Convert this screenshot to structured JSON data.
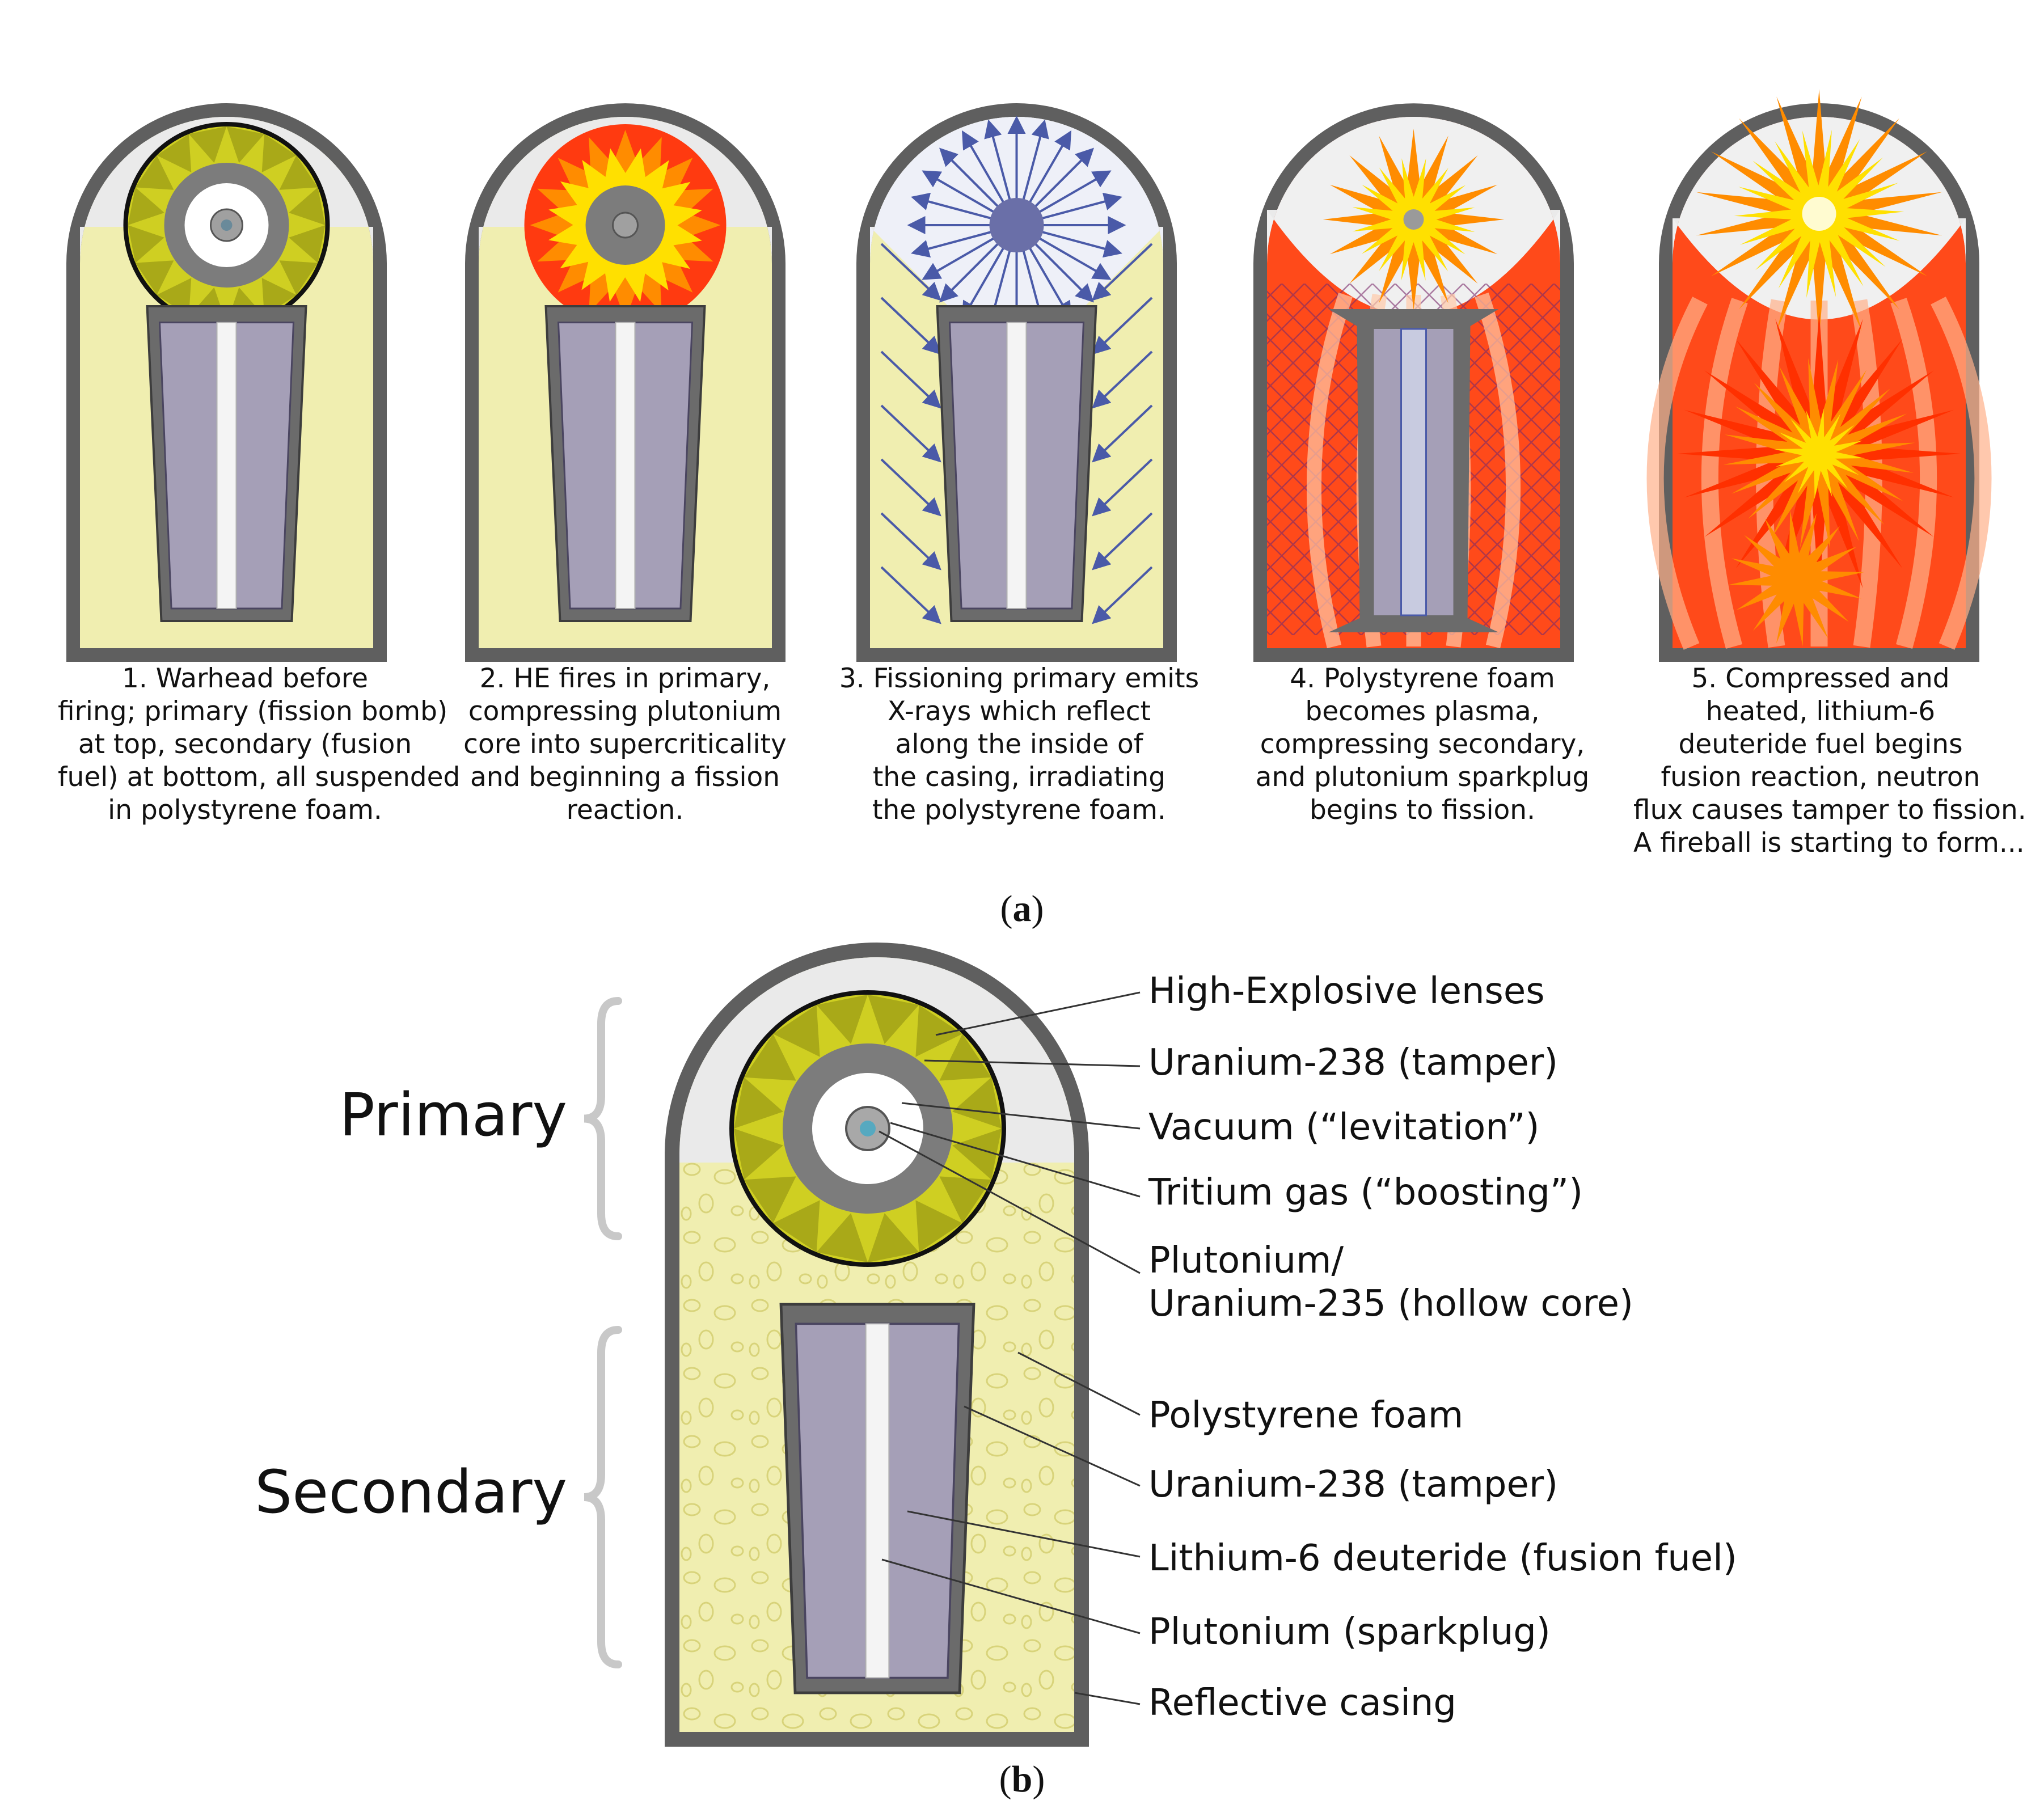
{
  "panel_a": {
    "label_open": "(",
    "label_letter": "a",
    "label_close": ")",
    "stages": [
      {
        "lines": [
          "1. Warhead before",
          "firing; primary (fission bomb)",
          "at top, secondary (fusion",
          "fuel) at bottom, all suspended",
          "in polystyrene foam."
        ]
      },
      {
        "lines": [
          "2. HE fires in primary,",
          "compressing plutonium",
          "core into supercriticality",
          "and beginning a fission",
          "reaction."
        ]
      },
      {
        "lines": [
          "3. Fissioning primary emits",
          "X-rays which reflect",
          "along the inside of",
          "the casing, irradiating",
          "the polystyrene foam."
        ]
      },
      {
        "lines": [
          "4. Polystyrene foam",
          "becomes plasma,",
          "compressing secondary,",
          "and plutonium sparkplug",
          "begins to fission."
        ]
      },
      {
        "lines": [
          "5. Compressed and",
          "heated, lithium-6",
          "deuteride fuel begins",
          "fusion reaction, neutron",
          "flux causes tamper to fission.",
          "A fireball is starting to form..."
        ]
      }
    ]
  },
  "panel_b": {
    "label_open": "(",
    "label_letter": "b",
    "label_close": ")",
    "primary_label": "Primary",
    "secondary_label": "Secondary",
    "callouts": [
      {
        "lines": [
          "High-Explosive lenses"
        ]
      },
      {
        "lines": [
          "Uranium-238 (tamper)"
        ]
      },
      {
        "lines": [
          "Vacuum (“levitation”)"
        ]
      },
      {
        "lines": [
          "Tritium gas (“boosting”)"
        ]
      },
      {
        "lines": [
          "Plutonium/",
          "Uranium-235 (hollow core)"
        ]
      },
      {
        "lines": [
          "Polystyrene foam"
        ]
      },
      {
        "lines": [
          "Uranium-238 (tamper)"
        ]
      },
      {
        "lines": [
          "Lithium-6 deuteride (fusion fuel)"
        ]
      },
      {
        "lines": [
          "Plutonium (sparkplug)"
        ]
      },
      {
        "lines": [
          "Reflective casing"
        ]
      }
    ]
  },
  "colors": {
    "casing": "#5f5f5f",
    "foam": "#f0eeb0",
    "vacuum_gap": "#eaeaea",
    "he_lens": "#cfcf22",
    "he_lens_dark": "#8a8a10",
    "tamper": "#7c7c7c",
    "fusion_fuel": "#a59fb7",
    "sparkplug": "#f4f4f4",
    "plasma": "#ff4a1a",
    "fire_orange": "#ff8c00",
    "fire_yellow": "#ffe000",
    "xray_blue": "#4a5aa8"
  }
}
